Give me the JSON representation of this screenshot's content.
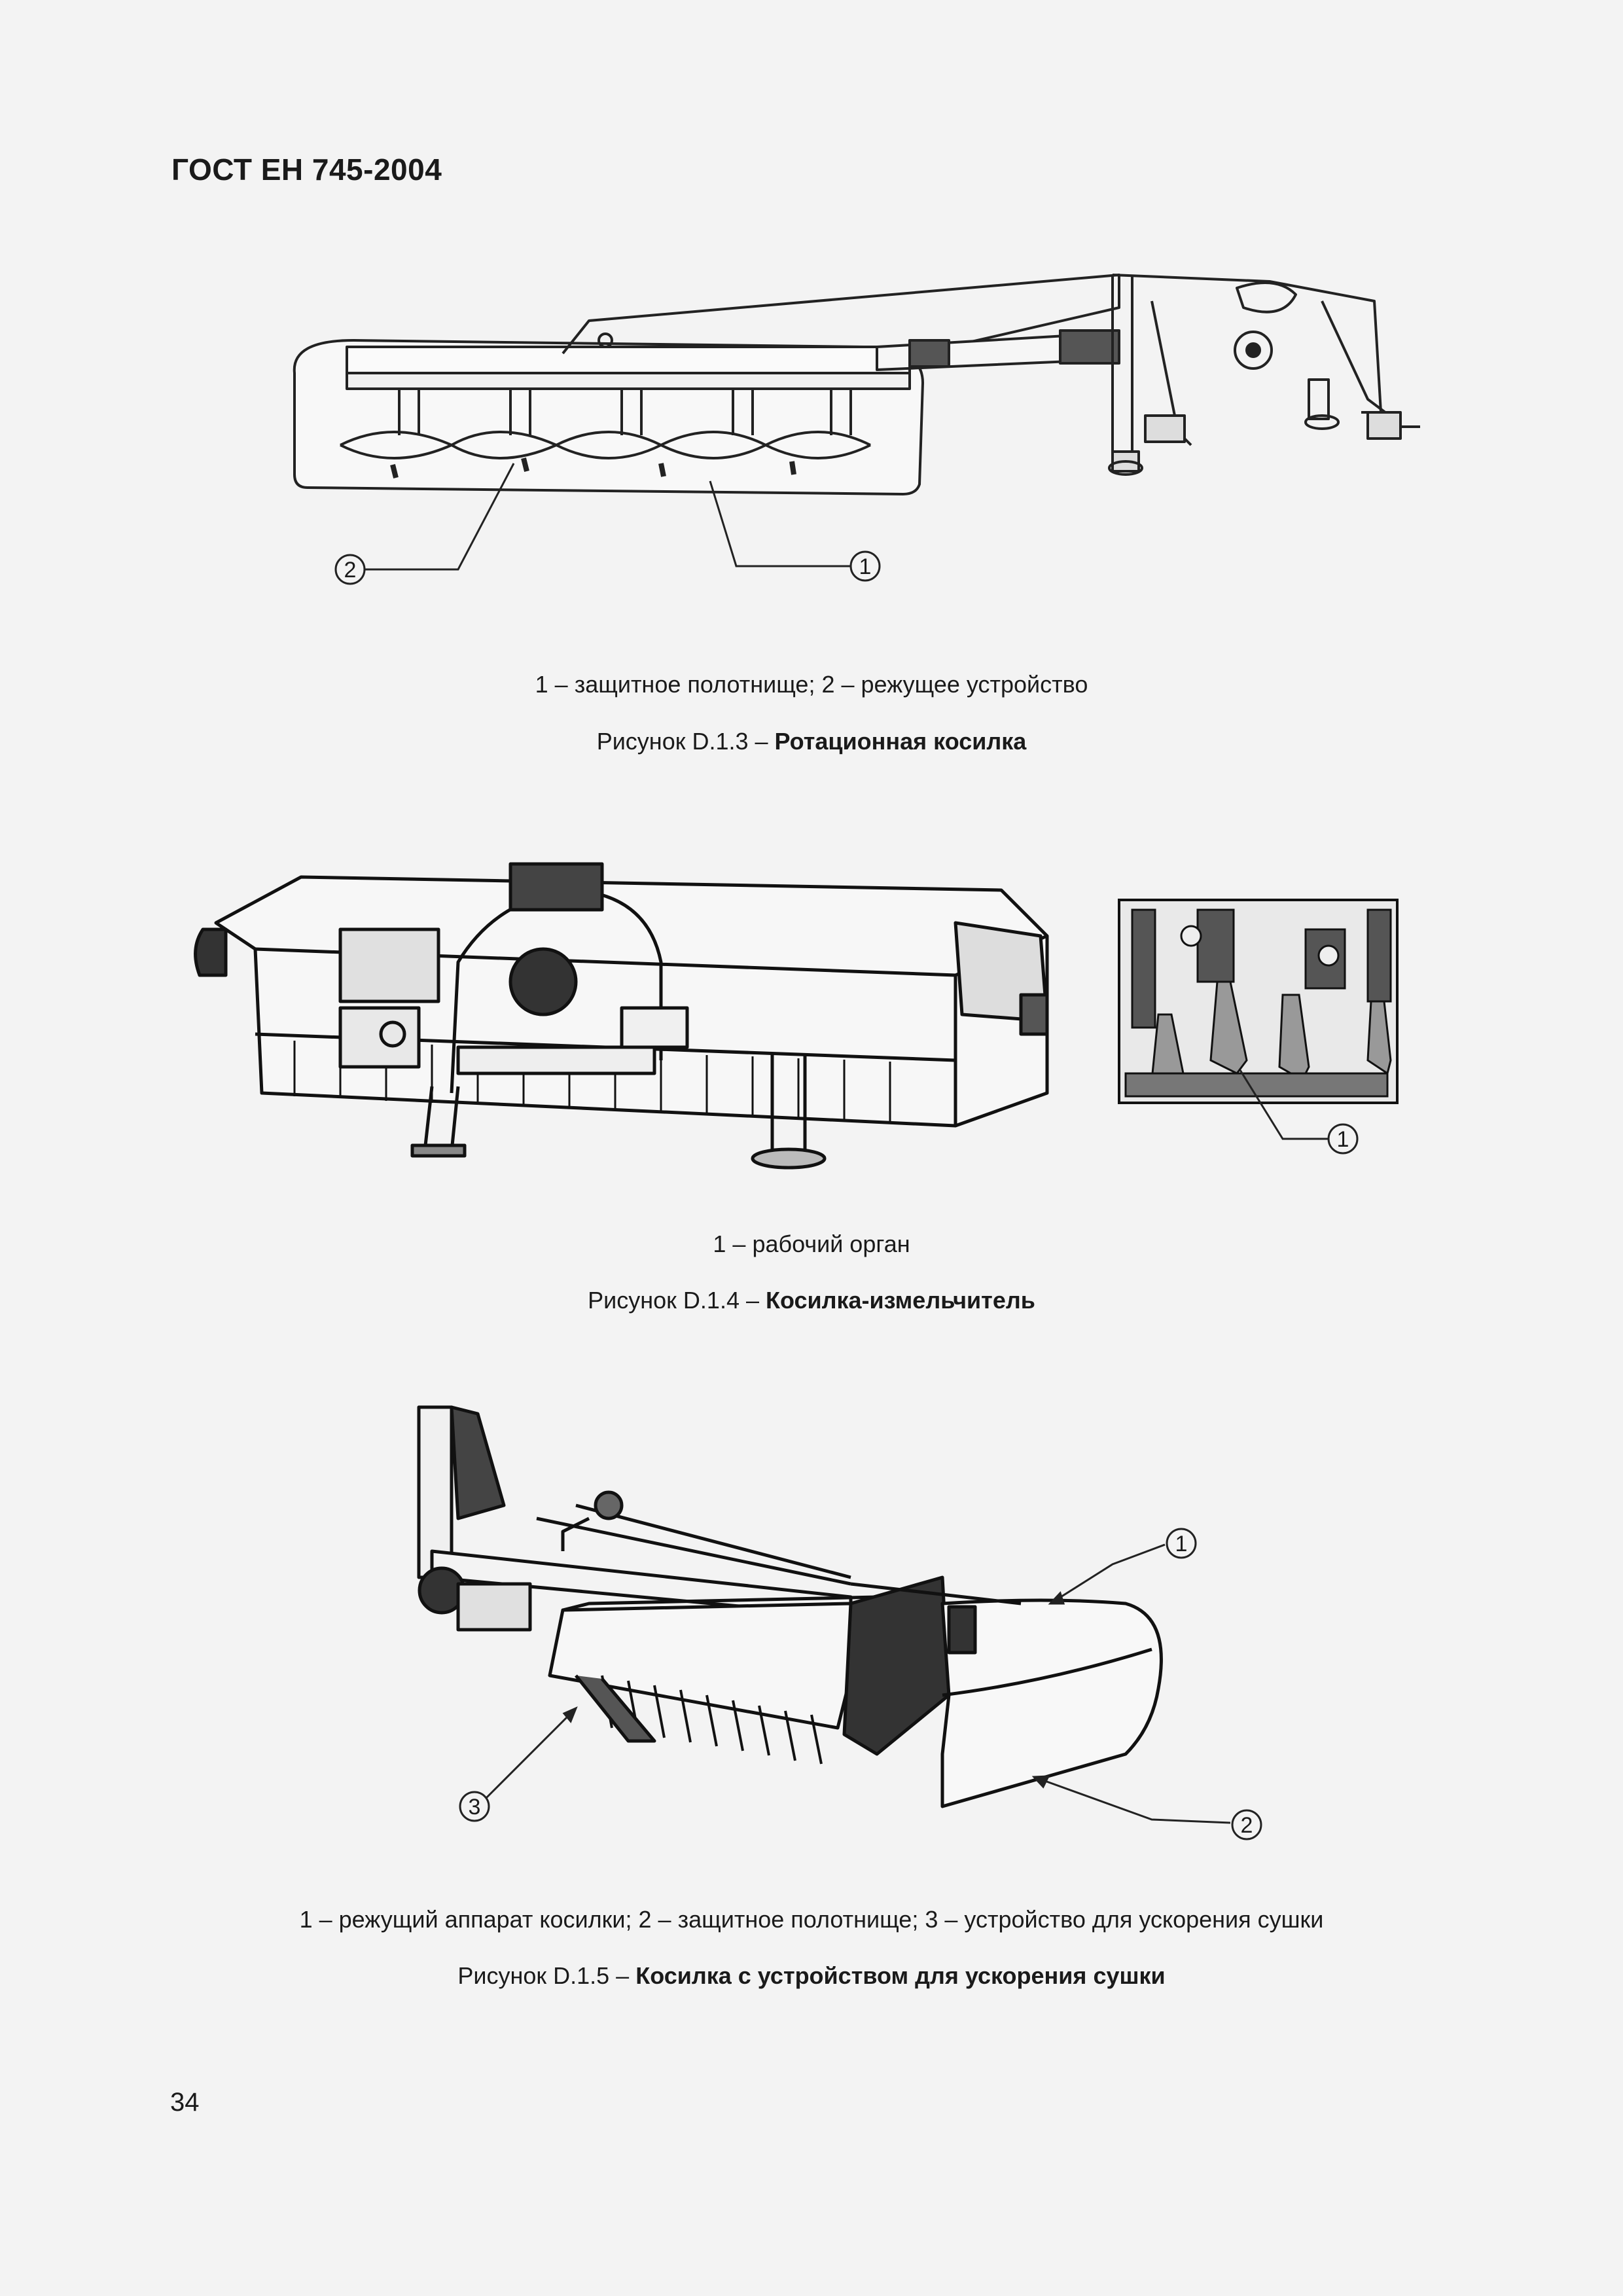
{
  "header": {
    "doc_id": "ГОСТ ЕН 745-2004"
  },
  "figures": [
    {
      "legend": "1 – защитное полотнище; 2 – режущее устройство",
      "caption_prefix": "Рисунок D.1.3 – ",
      "caption_title": "Ротационная косилка",
      "callouts": [
        "1",
        "2"
      ]
    },
    {
      "legend": "1 – рабочий орган",
      "caption_prefix": "Рисунок D.1.4 – ",
      "caption_title": "Косилка-измельчитель",
      "callouts": [
        "1"
      ]
    },
    {
      "legend": "1 – режущий аппарат косилки; 2 – защитное полотнище; 3 – устройство для ускорения сушки",
      "caption_prefix": "Рисунок D.1.5 – ",
      "caption_title": "Косилка с устройством для ускорения сушки",
      "callouts": [
        "1",
        "2",
        "3"
      ]
    }
  ],
  "footer": {
    "page_number": "34"
  }
}
